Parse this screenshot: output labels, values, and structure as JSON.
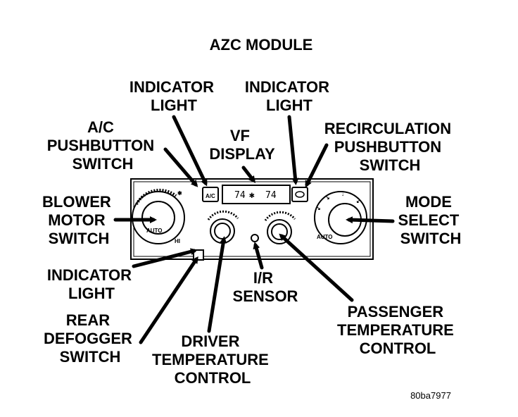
{
  "title": "AZC MODULE",
  "reference": "80ba7977",
  "display": {
    "left_temp": "74",
    "right_temp": "74",
    "auto_text": "AUTO"
  },
  "labels": {
    "indicator_light_left": [
      "INDICATOR",
      "LIGHT"
    ],
    "indicator_light_right": [
      "INDICATOR",
      "LIGHT"
    ],
    "ac_pushbutton_switch": [
      "A/C",
      "PUSHBUTTON",
      "SWITCH"
    ],
    "vf_display": [
      "VF",
      "DISPLAY"
    ],
    "recirculation_pushbutton_switch": [
      "RECIRCULATION",
      "PUSHBUTTON",
      "SWITCH"
    ],
    "blower_motor_switch": [
      "BLOWER",
      "MOTOR",
      "SWITCH"
    ],
    "mode_select_switch": [
      "MODE",
      "SELECT",
      "SWITCH"
    ],
    "indicator_light_bottom": [
      "INDICATOR",
      "LIGHT"
    ],
    "ir_sensor": [
      "I/R",
      "SENSOR"
    ],
    "rear_defogger_switch": [
      "REAR",
      "DEFOGGER",
      "SWITCH"
    ],
    "driver_temperature_control": [
      "DRIVER",
      "TEMPERATURE",
      "CONTROL"
    ],
    "passenger_temperature_control": [
      "PASSENGER",
      "TEMPERATURE",
      "CONTROL"
    ]
  }
}
